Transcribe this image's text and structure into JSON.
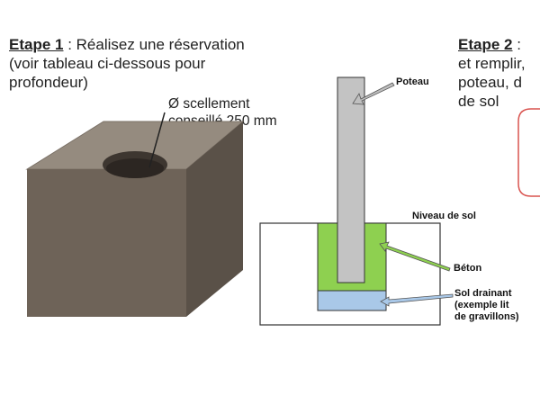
{
  "step1": {
    "title": "Etape 1",
    "sep": " : ",
    "line1": "Réalisez une réservation",
    "line2": "(voir tableau ci-dessous pour",
    "line3": "profondeur)"
  },
  "callout": {
    "line1": "Ø scellement",
    "line2": "conseillé 250 mm"
  },
  "diagram": {
    "poteau": "Poteau",
    "niveau": "Niveau de sol",
    "beton": "Béton",
    "sol1": "Sol drainant",
    "sol2": "(exemple lit",
    "sol3": "de gravillons)"
  },
  "step2": {
    "title": "Etape 2",
    "sep": " : ",
    "line1": "et remplir,",
    "line2": "poteau,  d",
    "line3": "de sol"
  },
  "colors": {
    "concrete_front": "#6e6358",
    "concrete_top": "#958b7f",
    "concrete_side": "#5a5148",
    "beton_green": "#8ed050",
    "gravel_blue": "#a9c8e8",
    "post_gray": "#c3c3c3",
    "box_red": "#d9534f"
  }
}
